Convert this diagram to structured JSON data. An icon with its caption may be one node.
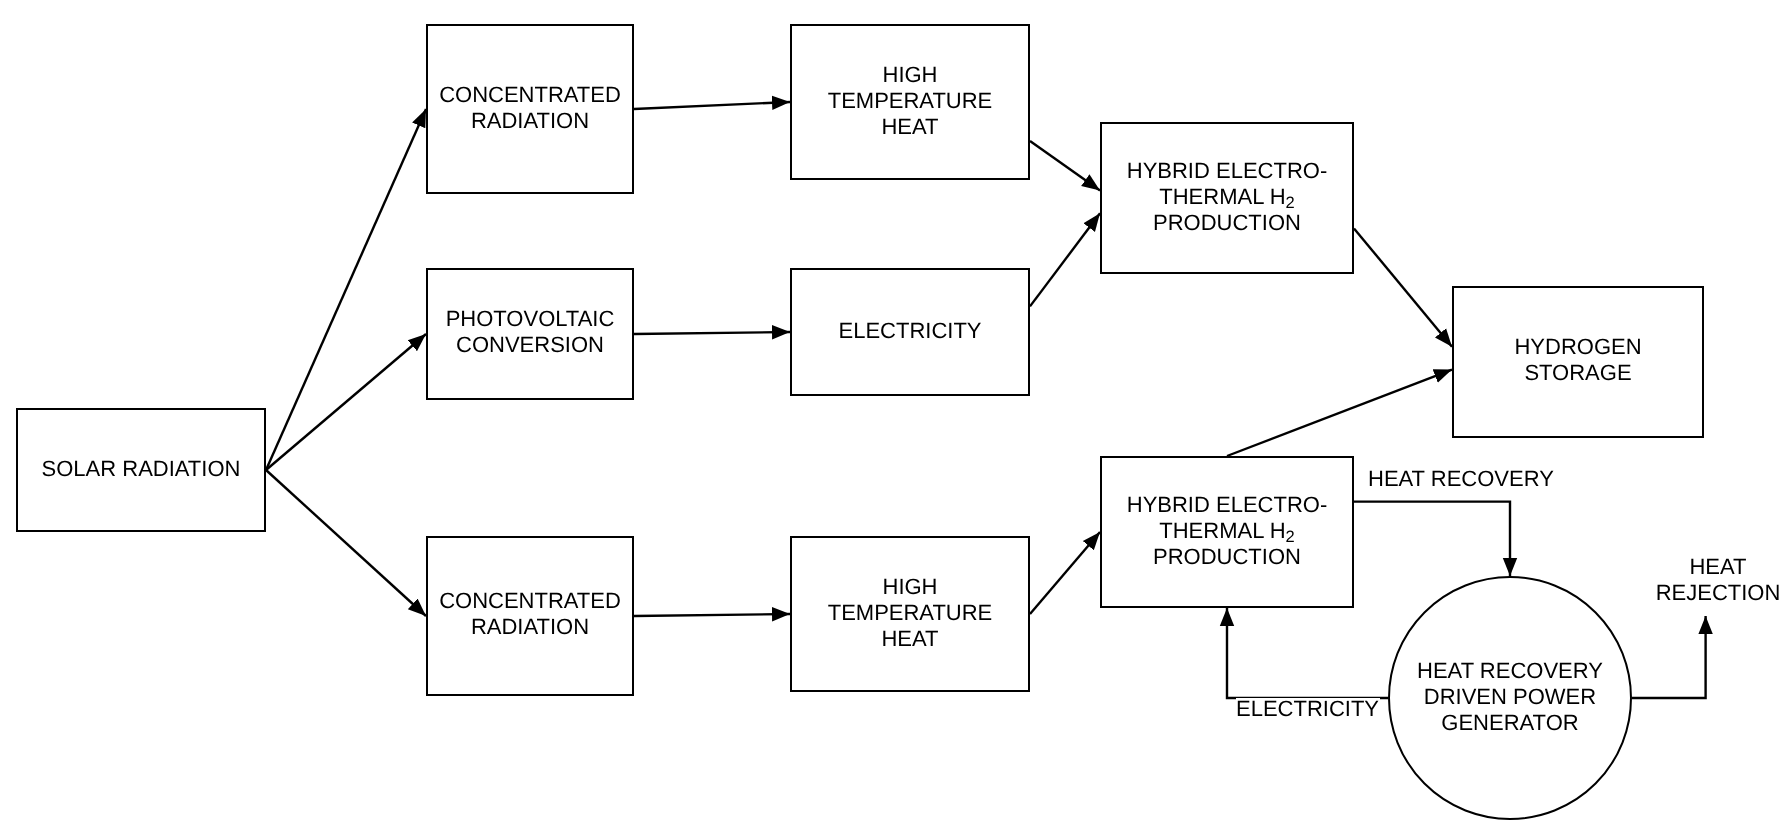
{
  "diagram": {
    "nodes": [
      {
        "text": [
          "SOLAR RADIATION"
        ]
      },
      {
        "text": [
          "CONCENTRATED RADIATION"
        ]
      },
      {
        "text": [
          "PHOTOVOLTAIC CONVERSION"
        ]
      },
      {
        "text": [
          "CONCENTRATED RADIATION"
        ]
      },
      {
        "text": [
          "HIGH TEMPERATURE HEAT"
        ]
      },
      {
        "text": [
          "ELECTRICITY"
        ]
      },
      {
        "text": [
          "HYBRID ELECTRO- THERMAL H$_{2}$ PRODUCTION"
        ]
      },
      {
        "text": [
          "HYDROGEN STORAGE"
        ]
      },
      {
        "text": [
          "HIGH TEMPERATURE HEAT"
        ]
      },
      {
        "text": [
          "HYBRID ELECTRO- THERMAL H$_{2}$ PRODUCTION"
        ]
      },
      {
        "text": [
          "HEAT RECOVERY DRIVEN POWER GENERATOR"
        ]
      },
      {
        "text": [
          "HEAT REJECTION"
        ]
      }
    ],
    "edges": [
      {
        "from": 0,
        "to": 1,
        "arrow": "to"
      },
      {
        "from": 0,
        "to": 2,
        "arrow": "to"
      },
      {
        "from": 0,
        "to": 3,
        "arrow": "to"
      },
      {
        "from": 1,
        "to": 4,
        "arrow": "to"
      },
      {
        "from": 2,
        "to": 5,
        "arrow": "to"
      },
      {
        "from": 3,
        "to": 8,
        "arrow": "to"
      },
      {
        "from": 4,
        "to": 6,
        "arrow": "to"
      },
      {
        "from": 5,
        "to": 6,
        "arrow": "to"
      },
      {
        "from": 6,
        "to": 7,
        "arrow": "to"
      },
      {
        "from": 9,
        "to": 7,
        "arrow": "to"
      },
      {
        "from": 8,
        "to": 9,
        "arrow": "to"
      },
      {
        "from": 9,
        "to": 10,
        "arrow": "to",
        "label": "HEAT RECOVERY"
      },
      {
        "from": 10,
        "to": 9,
        "arrow": "to",
        "label": "ELECTRICITY"
      },
      {
        "from": 10,
        "to": 11,
        "arrow": "to"
      }
    ]
  }
}
